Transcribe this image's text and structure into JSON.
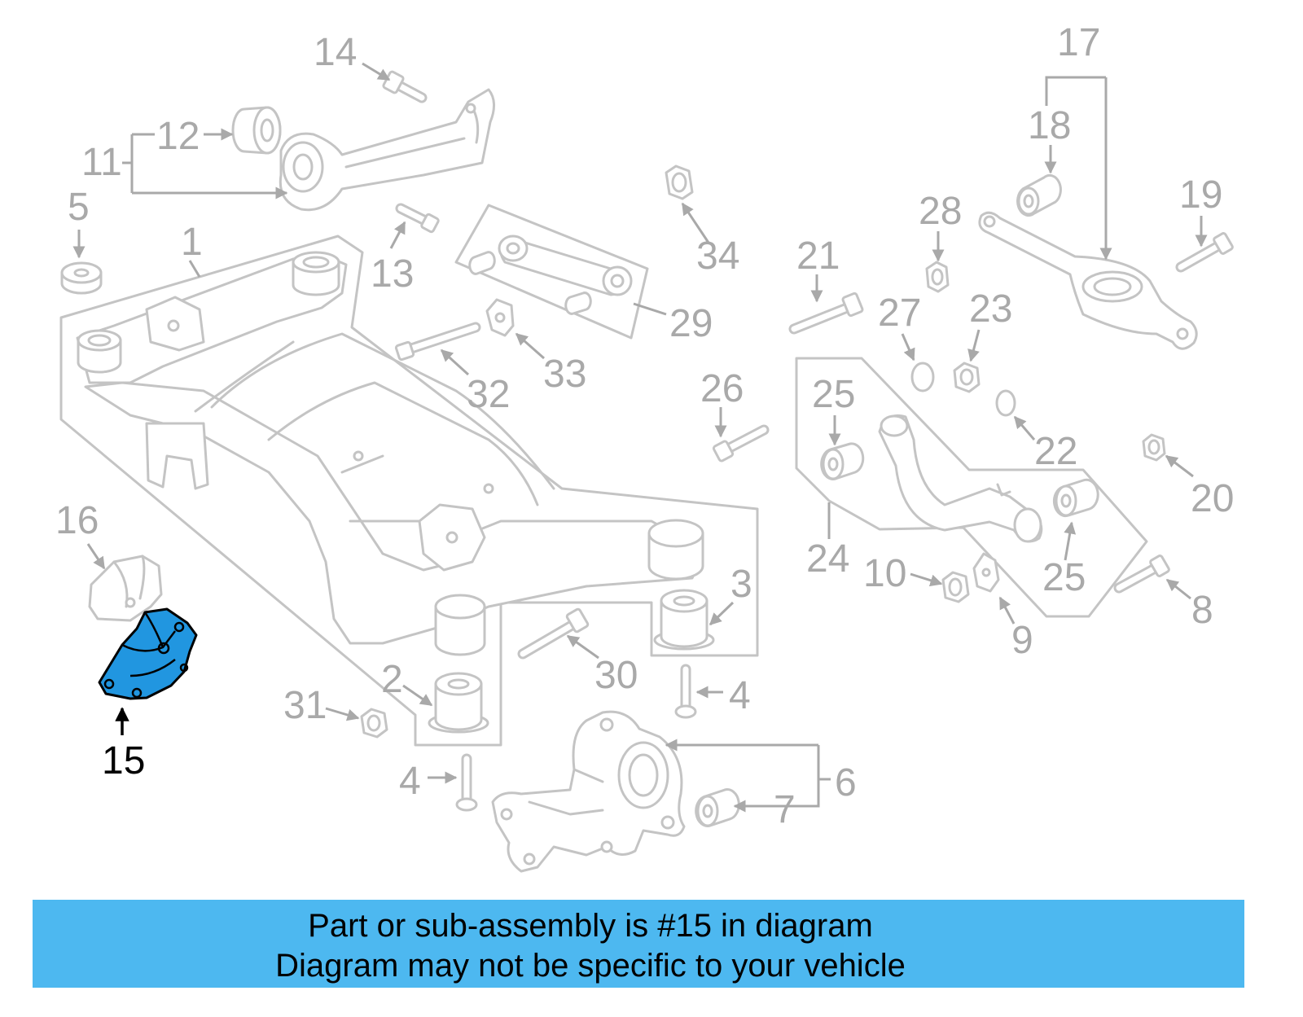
{
  "callouts": [
    "14",
    "17",
    "18",
    "12",
    "11",
    "5",
    "19",
    "28",
    "1",
    "34",
    "13",
    "21",
    "27",
    "23",
    "29",
    "33",
    "32",
    "26",
    "25",
    "22",
    "20",
    "16",
    "24",
    "10",
    "25",
    "3",
    "8",
    "9",
    "30",
    "2",
    "4",
    "31",
    "6",
    "4",
    "7"
  ],
  "highlighted_callout": "15",
  "banner": {
    "line1": "Part or sub-assembly is #15 in diagram",
    "line2": "Diagram may not be specific to your vehicle"
  },
  "colors": {
    "banner": "#4db8f0",
    "highlight_part": "#2196e0",
    "callout_text": "#a9a9a9",
    "highlight_text": "#000000",
    "part_outline": "#c4c4c4"
  }
}
